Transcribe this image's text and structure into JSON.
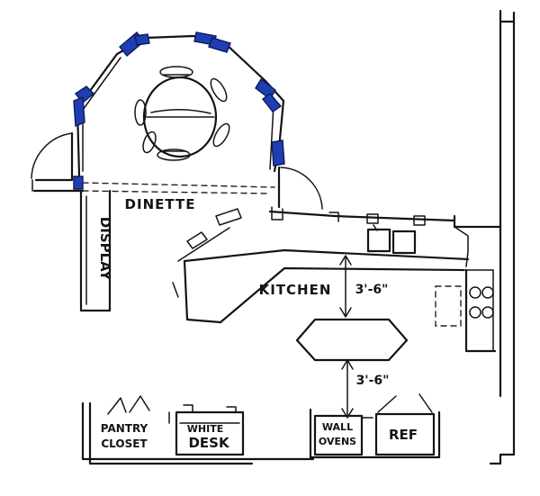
{
  "labels": {
    "dinette": "DINETTE",
    "display": "DISPLAY",
    "kitchen": "KITCHEN",
    "clearance_top": "3'-6\"",
    "clearance_bottom": "3'-6\"",
    "pantry_line1": "PANTRY",
    "pantry_line2": "CLOSET",
    "desk_line1": "WHITE",
    "desk_line2": "DESK",
    "wall_ovens_line1": "WALL",
    "wall_ovens_line2": "OVENS",
    "ref": "REF"
  },
  "colors": {
    "ink": "#141414",
    "window": "#1f3fb0"
  }
}
